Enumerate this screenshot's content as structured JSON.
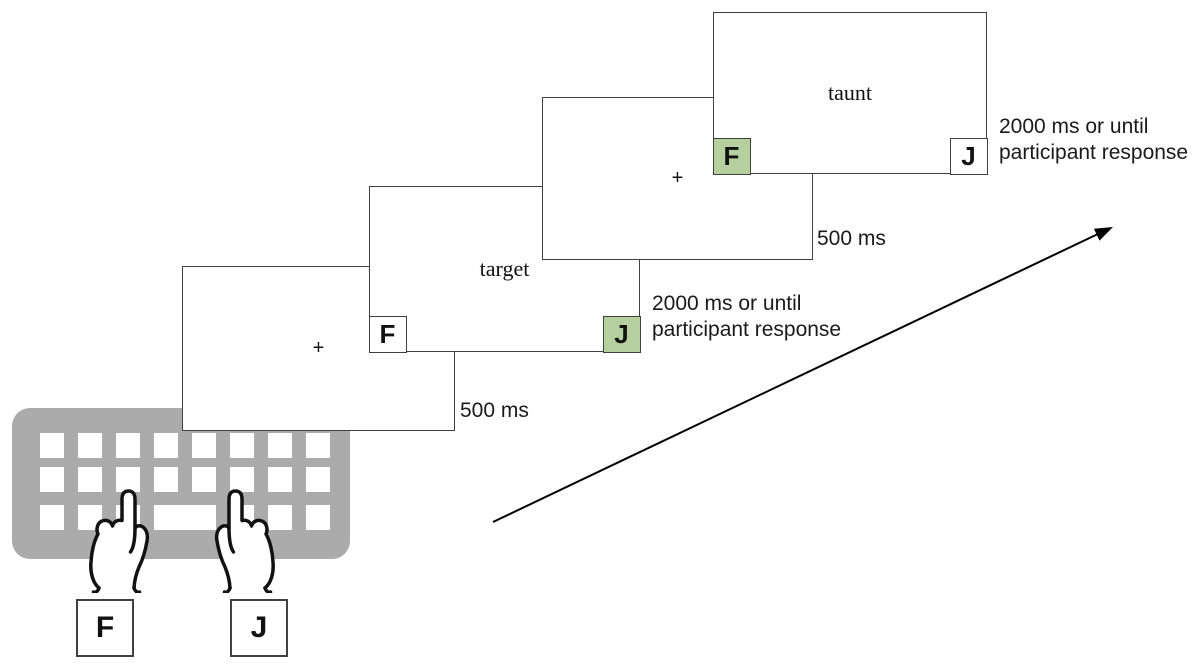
{
  "colors": {
    "highlight_green": "#b5cf9e",
    "keyboard_gray": "#ababab",
    "panel_border": "#404040",
    "arrow": "#000000"
  },
  "trial": {
    "screens": [
      {
        "name": "fixation-1",
        "stimulus": "+",
        "duration": "500 ms"
      },
      {
        "name": "target-word",
        "stimulus": "target",
        "duration_line1": "2000 ms or until",
        "duration_line2": "participant response",
        "left_key": "F",
        "right_key": "J",
        "highlighted_key": "J"
      },
      {
        "name": "fixation-2",
        "stimulus": "+",
        "duration": "500 ms"
      },
      {
        "name": "taunt-word",
        "stimulus": "taunt",
        "duration_line1": "2000 ms or until",
        "duration_line2": "participant response",
        "left_key": "F",
        "right_key": "J",
        "highlighted_key": "F"
      }
    ]
  },
  "keyboard": {
    "left_response_key": "F",
    "right_response_key": "J"
  },
  "icons": {
    "keyboard": "keyboard-icon",
    "left_hand": "pointing-hand-icon",
    "right_hand": "pointing-hand-icon",
    "arrow": "time-arrow-icon"
  }
}
